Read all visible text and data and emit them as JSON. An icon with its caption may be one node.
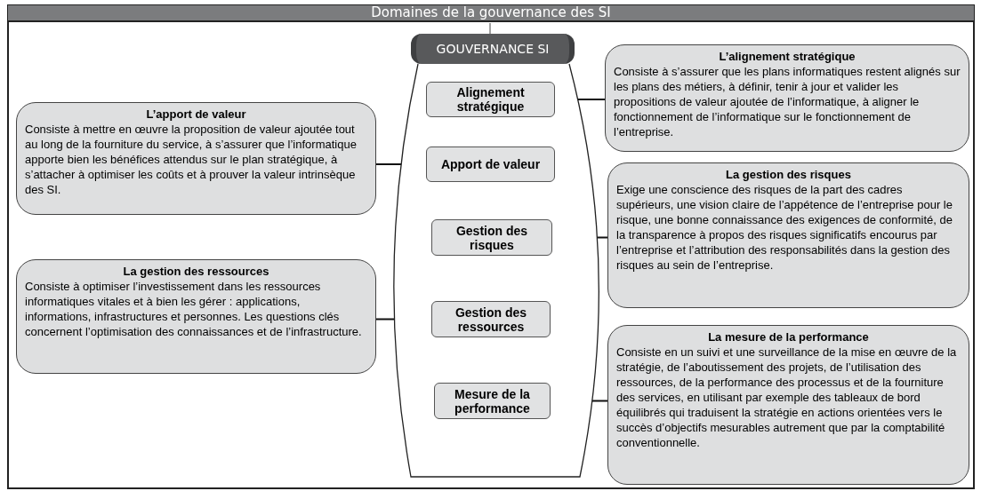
{
  "diagram": {
    "title": "Domaines de la gouvernance des SI",
    "nodes": [
      {
        "text": [
          "GOUVERNANCE SI"
        ]
      },
      {
        "text": [
          "Alignement stratégique"
        ],
        "in": 0
      },
      {
        "text": [
          "Apport de valeur"
        ],
        "in": 0
      },
      {
        "text": [
          "Gestion des risques"
        ],
        "in": 0
      },
      {
        "text": [
          "Gestion des ressources"
        ],
        "in": 0
      },
      {
        "text": [
          "Mesure de la performance"
        ],
        "in": 0
      },
      {
        "text": [
          "L’alignement stratégique",
          "Consiste à s’assurer que les plans informatiques restent alignés sur les plans des métiers, à définir, tenir à jour et valider les propositions de valeur ajoutée de l’informatique, à aligner le fonctionnement de l’informatique sur le fonctionnement de l’entreprise."
        ]
      },
      {
        "text": [
          "L’apport de valeur",
          "Consiste à mettre en œuvre la proposition de valeur ajoutée tout au long de la fourniture du service, à s’assurer que l’informatique apporte bien les bénéfices attendus sur le plan stratégique, à s’attacher à optimiser les coûts et à prouver la valeur intrinsèque des SI."
        ]
      },
      {
        "text": [
          "La gestion des risques",
          "Exige une conscience des risques de la part des cadres supérieurs, une vision claire de l’appétence de l’entreprise pour le risque, une bonne connaissance des exigences de conformité, de la transparence à propos des risques significatifs encourus par l’entreprise et l’attribution des responsabilités dans la gestion des risques au sein de l’entreprise."
        ]
      },
      {
        "text": [
          "La gestion des ressources",
          "Consiste à optimiser l’investissement dans les ressources informatiques vitales et à bien les gérer : applications, informations, infrastructures et personnes. Les questions clés concernent l’optimisation des connaissances et de l’infrastructure."
        ]
      },
      {
        "text": [
          "La mesure de la performance",
          "Consiste en un suivi et une surveillance de la mise en œuvre de la stratégie, de l’aboutissement des projets, de l’utilisation des ressources, de la performance des processus et de la fourniture des services, en utilisant par exemple des tableaux de bord équilibrés qui traduisent la stratégie en actions orientées vers le succès d’objectifs mesurables autrement que par la comptabilité conventionnelle."
        ]
      }
    ],
    "edges": [
      {
        "from": 1,
        "to": 6,
        "arrow": "none"
      },
      {
        "from": 2,
        "to": 7,
        "arrow": "none"
      },
      {
        "from": 3,
        "to": 8,
        "arrow": "none"
      },
      {
        "from": 4,
        "to": 9,
        "arrow": "none"
      },
      {
        "from": 5,
        "to": 10,
        "arrow": "none"
      }
    ]
  }
}
